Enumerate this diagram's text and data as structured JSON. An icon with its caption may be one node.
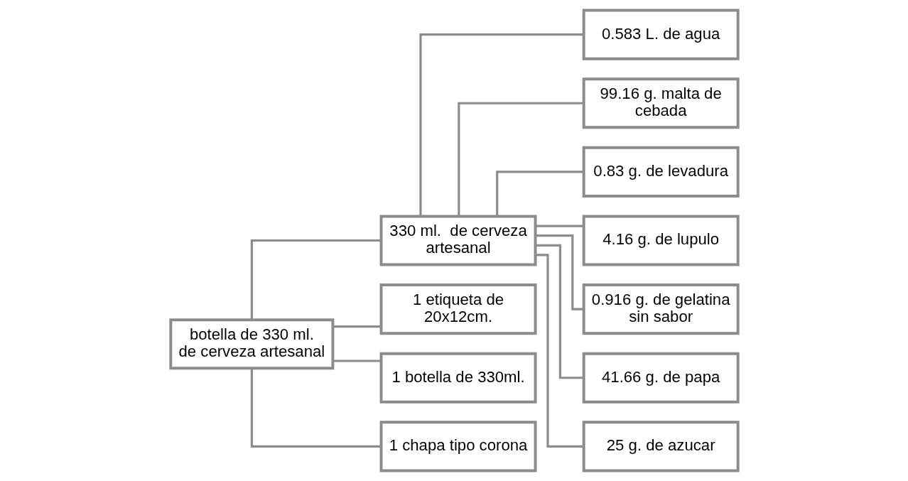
{
  "diagram": {
    "nodes": [
      {
        "text": [
          "botella de 330 ml. de cerveza artesanal"
        ]
      },
      {
        "text": [
          "330 ml.  de cerveza artesanal"
        ]
      },
      {
        "text": [
          "1 etiqueta de 20x12cm."
        ]
      },
      {
        "text": [
          "1 botella de 330ml."
        ]
      },
      {
        "text": [
          "1 chapa tipo corona"
        ]
      },
      {
        "text": [
          "0.583 L. de agua"
        ]
      },
      {
        "text": [
          "99.16 g. malta de cebada"
        ]
      },
      {
        "text": [
          "0.83 g. de levadura"
        ]
      },
      {
        "text": [
          "4.16 g. de lupulo"
        ]
      },
      {
        "text": [
          "0.916 g. de gelatina sin sabor"
        ]
      },
      {
        "text": [
          "41.66 g. de papa"
        ]
      },
      {
        "text": [
          "25 g. de azucar"
        ]
      }
    ],
    "edges": [
      {
        "from": 0,
        "to": 1,
        "arrow": "none"
      },
      {
        "from": 0,
        "to": 2,
        "arrow": "none"
      },
      {
        "from": 0,
        "to": 3,
        "arrow": "none"
      },
      {
        "from": 0,
        "to": 4,
        "arrow": "none"
      },
      {
        "from": 1,
        "to": 5,
        "arrow": "none"
      },
      {
        "from": 1,
        "to": 6,
        "arrow": "none"
      },
      {
        "from": 1,
        "to": 7,
        "arrow": "none"
      },
      {
        "from": 1,
        "to": 8,
        "arrow": "none"
      },
      {
        "from": 1,
        "to": 9,
        "arrow": "none"
      },
      {
        "from": 1,
        "to": 10,
        "arrow": "none"
      },
      {
        "from": 1,
        "to": 11,
        "arrow": "none"
      }
    ]
  }
}
